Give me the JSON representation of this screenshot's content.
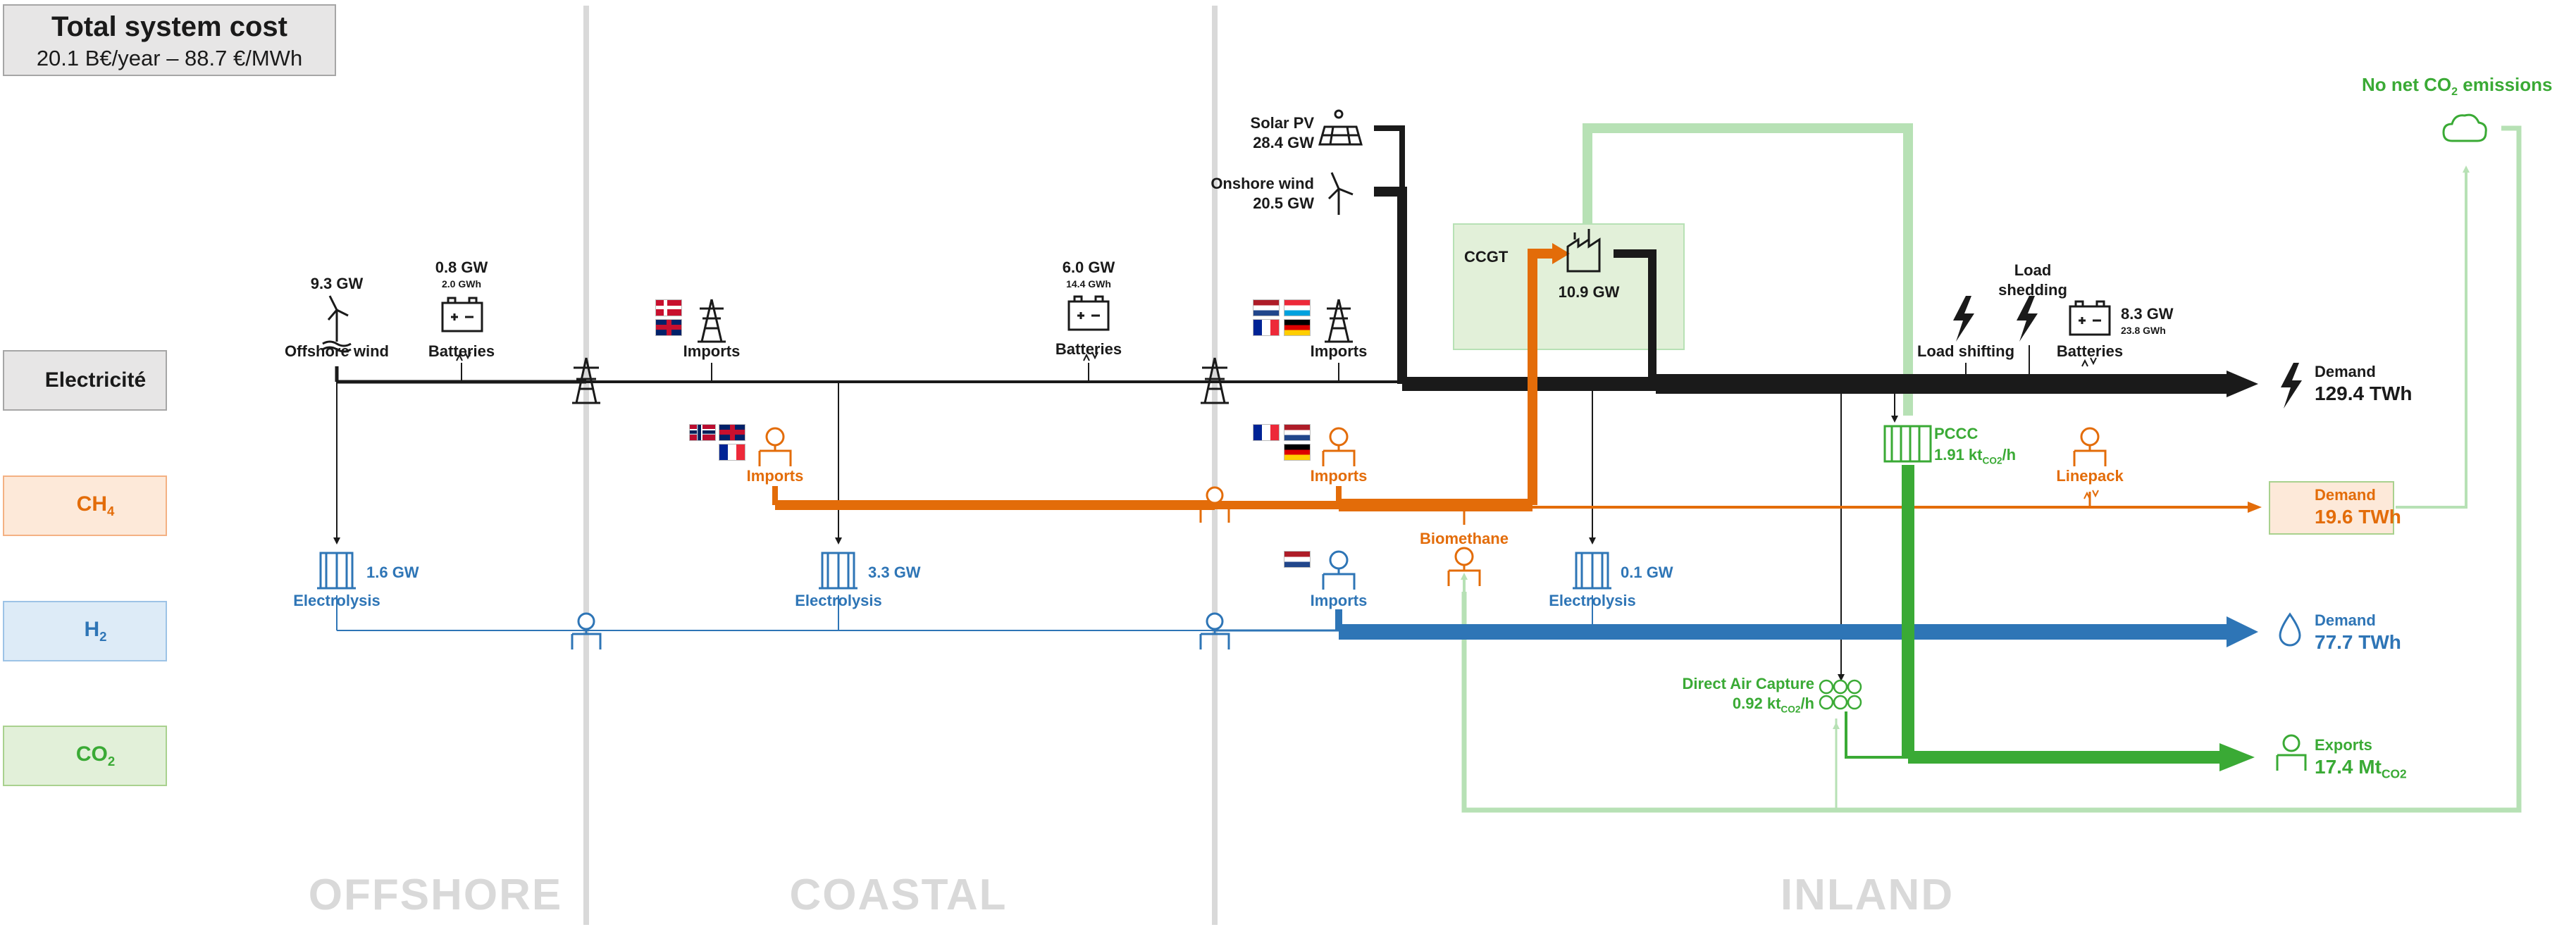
{
  "header": {
    "title": "Total system cost",
    "subtitle": "20.1 B€/year – 88.7 €/MWh"
  },
  "legend": {
    "electricity": "Electricité",
    "ch4": "CH",
    "ch4_sub": "4",
    "h2": "H",
    "h2_sub": "2",
    "co2": "CO",
    "co2_sub": "2"
  },
  "zones": {
    "offshore": "OFFSHORE",
    "coastal": "COASTAL",
    "inland": "INLAND"
  },
  "offshore": {
    "wind_value": "9.3 GW",
    "wind_label": "Offshore wind",
    "battery_power": "0.8 GW",
    "battery_energy": "2.0 GWh",
    "battery_label": "Batteries",
    "electrolysis_value": "1.6 GW",
    "electrolysis_label": "Electrolysis"
  },
  "coastal": {
    "elec_imports_label": "Imports",
    "ch4_imports_label": "Imports",
    "battery_power": "6.0 GW",
    "battery_energy": "14.4 GWh",
    "battery_label": "Batteries",
    "electrolysis_value": "3.3 GW",
    "electrolysis_label": "Electrolysis"
  },
  "inland": {
    "solar_label": "Solar PV",
    "solar_value": "28.4 GW",
    "onshore_label": "Onshore wind",
    "onshore_value": "20.5 GW",
    "ccgt_label": "CCGT",
    "ccgt_value": "10.9 GW",
    "elec_imports_label": "Imports",
    "ch4_imports_label": "Imports",
    "h2_imports_label": "Imports",
    "biomethane_label": "Biomethane",
    "electrolysis_value": "0.1 GW",
    "electrolysis_label": "Electrolysis",
    "load_shifting_label": "Load shifting",
    "load_shedding_label": "Load shedding",
    "battery_power": "8.3 GW",
    "battery_energy": "23.8 GWh",
    "battery_label": "Batteries",
    "pccc_label": "PCCC",
    "pccc_value": "1.91 kt",
    "pccc_sub": "CO2",
    "pccc_unit": "/h",
    "linepack_label": "Linepack",
    "dac_label": "Direct Air Capture",
    "dac_value": "0.92 kt",
    "dac_sub": "CO2",
    "dac_unit": "/h",
    "no_net_label": "No net CO",
    "no_net_sub": "2",
    "no_net_label_tail": " emissions",
    "co2_sub": "2"
  },
  "demand": {
    "elec_label": "Demand",
    "elec_value": "129.4 TWh",
    "ch4_label": "Demand",
    "ch4_value": "19.6 TWh",
    "h2_label": "Demand",
    "h2_value": "77.7 TWh",
    "co2_label": "Exports",
    "co2_value": "17.4 Mt",
    "co2_sub": "CO2"
  },
  "colors": {
    "electricity": "#1a1a1a",
    "ch4": "#e36c09",
    "h2": "#2e75b6",
    "co2": "#3aaa35",
    "co2_light": "#b7e1b5",
    "ch4_box": "#fde9d9",
    "h2_box": "#ddebf7",
    "co2_box": "#e2f0d9"
  }
}
